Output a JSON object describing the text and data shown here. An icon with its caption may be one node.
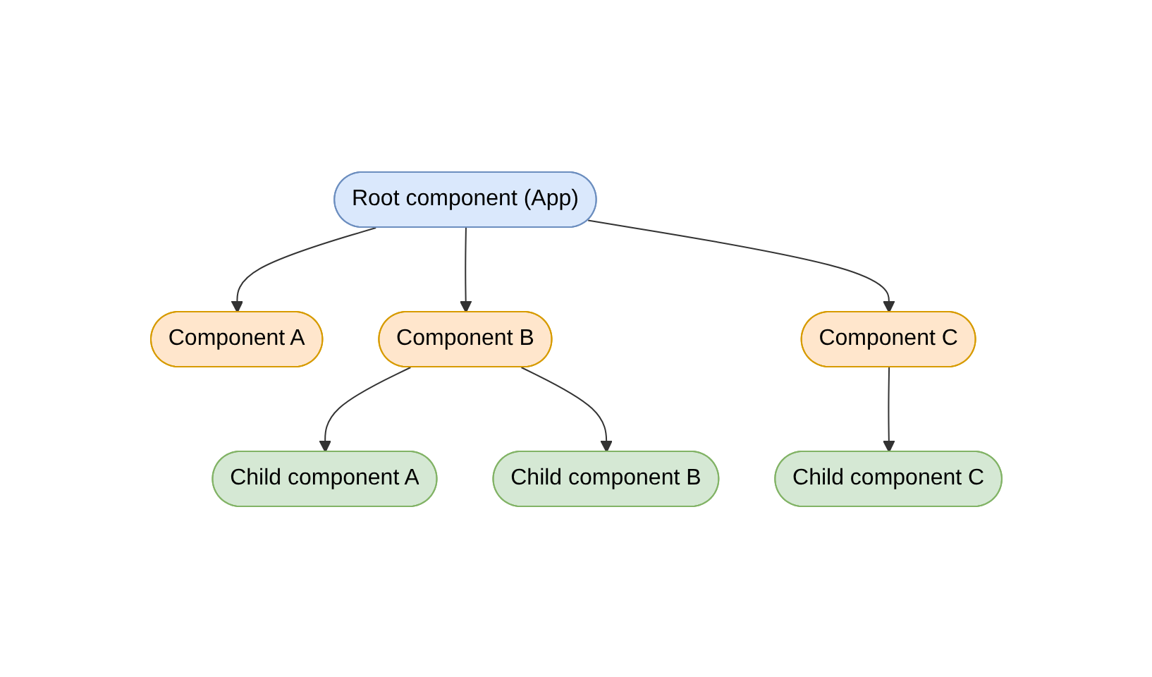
{
  "diagram": {
    "nodes": [
      {
        "text": [
          "Root component (App)"
        ]
      },
      {
        "text": [
          "Component A"
        ]
      },
      {
        "text": [
          "Component B"
        ]
      },
      {
        "text": [
          "Component C"
        ]
      },
      {
        "text": [
          "Child component A"
        ]
      },
      {
        "text": [
          "Child component B"
        ]
      },
      {
        "text": [
          "Child component C"
        ]
      }
    ],
    "edges": [
      {
        "from": 0,
        "to": 1,
        "arrow": "to"
      },
      {
        "from": 0,
        "to": 2,
        "arrow": "to"
      },
      {
        "from": 0,
        "to": 3,
        "arrow": "to"
      },
      {
        "from": 2,
        "to": 4,
        "arrow": "to"
      },
      {
        "from": 2,
        "to": 5,
        "arrow": "to"
      },
      {
        "from": 3,
        "to": 6,
        "arrow": "to"
      }
    ]
  }
}
